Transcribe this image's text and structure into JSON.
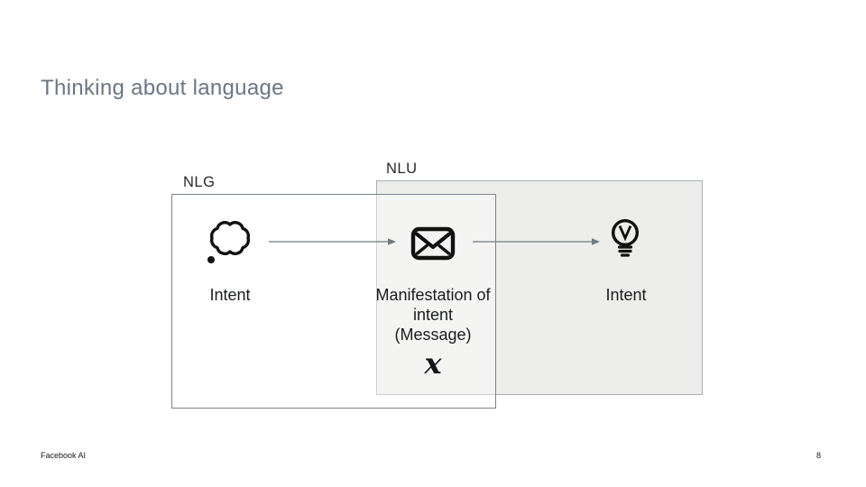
{
  "slide": {
    "title": "Thinking about language",
    "footer": {
      "brand": "Facebook AI",
      "page_number": "8"
    }
  },
  "diagram": {
    "nlg": {
      "label": "NLG"
    },
    "nlu": {
      "label": "NLU"
    },
    "nodes": [
      {
        "icon": "thought-cloud-icon",
        "label": "Intent"
      },
      {
        "icon": "envelope-icon",
        "label": "Manifestation of intent (Message)",
        "symbol": "x"
      },
      {
        "icon": "lightbulb-icon",
        "label": "Intent"
      }
    ],
    "arrows": [
      {
        "from": "thought-cloud-icon",
        "to": "envelope-icon"
      },
      {
        "from": "envelope-icon",
        "to": "lightbulb-icon"
      }
    ],
    "colors": {
      "title": "#6b7683",
      "nlu_box_fill": "#ededeb",
      "nlu_box_border": "#aab0b4",
      "nlg_box_border": "#7a858f",
      "arrow": "#6f7a82",
      "icon": "#111111",
      "text": "#1a1c1e"
    }
  }
}
